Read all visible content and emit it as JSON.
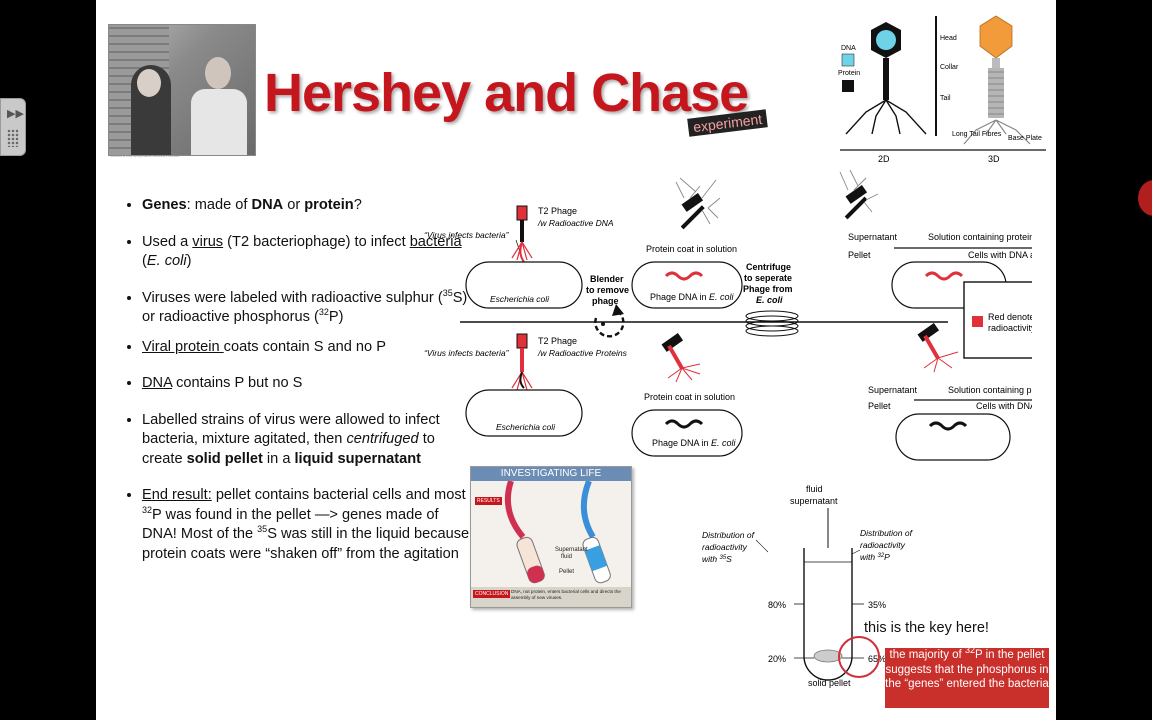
{
  "slide": {
    "title": "Hershey and Chase",
    "subtitle_tag": "experiment",
    "photo_caption": "Courtesy of Cold Spring Harbor Laboratory Archives"
  },
  "bullets": {
    "b1": {
      "bold1": "Genes",
      "t1": ": made of ",
      "bold2": "DNA",
      "t2": " or ",
      "bold3": "protein",
      "t3": "?"
    },
    "b2": {
      "t1": "Used a ",
      "u1": "virus",
      "t2": " (T2 bacteriophage) to infect ",
      "u2": "bacteria",
      "t3": " (",
      "i1": "E. coli",
      "t4": ")"
    },
    "b3": {
      "t1": "Viruses were labeled with radioactive sulphur (",
      "sup1": "35",
      "t2": "S) or radioactive phosphorus (",
      "sup2": "32",
      "t3": "P)"
    },
    "b4": {
      "u1": "Viral protein ",
      "t1": "coats contain S and no P"
    },
    "b5": {
      "u1": "DNA",
      "t1": " contains P but no S"
    },
    "b6": {
      "t1": "Labelled strains of virus were allowed to infect bacteria, mixture agitated, then ",
      "i1": "centrifuged",
      "t2": " to create ",
      "bold1": "solid pellet",
      "t3": " in a ",
      "bold2": "liquid supernatant"
    },
    "b7": {
      "u1": "End result:",
      "t1": " pellet contains bacterial cells and most ",
      "sup1": "32",
      "t2": "P was found in the pellet —> genes made of DNA! Most of the ",
      "sup2": "35",
      "t3": "S was still in the liquid because protein coats were “shaken off” from the agitation"
    }
  },
  "phage_model": {
    "legend_dna": "DNA",
    "legend_protein": "Protein",
    "head": "Head",
    "collar": "Collar",
    "tail": "Tail",
    "long_tail_fibres": "Long Tail Fibres",
    "base_plate": "Base Plate",
    "label_2d": "2D",
    "label_3d": "3D"
  },
  "diagram": {
    "virus_infects": "“Virus infects bacteria”",
    "t2_phage": "T2 Phage",
    "radio_dna": "/w Radioactive DNA",
    "radio_proteins": "/w Radioactive Proteins",
    "escherichia": "Escherichia coli",
    "blender": [
      "Blender",
      "to remove",
      "phage"
    ],
    "protein_coat": "Protein coat in solution",
    "phage_dna": "Phage DNA in ",
    "ecoli": "E. coli",
    "centrifuge": [
      "Centrifuge",
      "to seperate",
      "Phage from"
    ],
    "supernatant": "Supernatant",
    "pellet": "Pellet",
    "top_solution": "Solution containing protein is not radioactive",
    "top_cells": "Cells with DNA are radioactive",
    "bottom_solution": "Solution containing protein is radioactive",
    "bottom_cells": "Cells with DNA are not radioactive",
    "legend": [
      "Red denotes",
      "radioactivity"
    ]
  },
  "inset": {
    "header": "INVESTIGATING LIFE",
    "results": "RESULTS",
    "supernatant": "Supernatant",
    "fluid": "fluid",
    "pellet": "Pellet",
    "conclusion_label": "CONCLUSION",
    "conclusion_text": "DNA, not protein, enters bacterial cells and directs the assembly of new viruses."
  },
  "tube": {
    "fluid": "fluid",
    "supernatant": "supernatant",
    "dist": "Distribution of",
    "radioactivity": "radioactivity",
    "with": "with ",
    "s35": "35",
    "s": "S",
    "p32": "32",
    "p": "P",
    "pct80": "80%",
    "pct35": "35%",
    "pct20": "20%",
    "pct65": "65%",
    "solid_pellet": "solid pellet"
  },
  "annotation": {
    "key": "this is the key here!",
    "box_t1": "the majority of ",
    "box_sup": "32",
    "box_t2": "P in the pellet suggests that the phosphorus in the “genes” entered the bacteria"
  },
  "colors": {
    "title_red": "#c4161c",
    "radio_red": "#e0303a",
    "dna_cyan": "#6ed3e6"
  }
}
